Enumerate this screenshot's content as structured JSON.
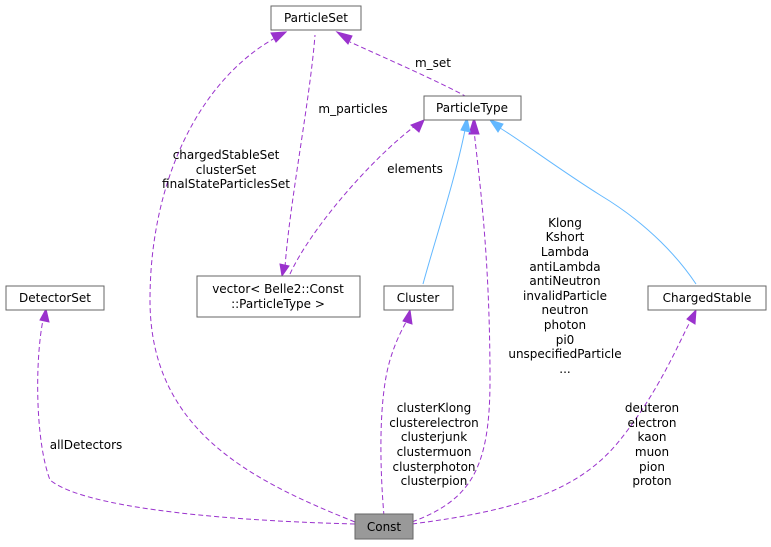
{
  "diagram": {
    "type": "collaboration-graph",
    "colors": {
      "usage_edge": "#9a32cd",
      "inheritance_edge": "#63b8ff",
      "node_border": "#666666",
      "root_fill": "#999999"
    },
    "nodes": {
      "particleset": {
        "label": "ParticleSet"
      },
      "particletype": {
        "label": "ParticleType"
      },
      "detectorset": {
        "label": "DetectorSet"
      },
      "vector": {
        "lines": [
          "vector< Belle2::Const",
          "::ParticleType >"
        ]
      },
      "cluster": {
        "label": "Cluster"
      },
      "chargedstable": {
        "label": "ChargedStable"
      },
      "const": {
        "label": "Const"
      }
    },
    "edges": {
      "m_set": {
        "lines": [
          "m_set"
        ]
      },
      "m_particles": {
        "lines": [
          "m_particles"
        ]
      },
      "elements": {
        "lines": [
          "elements"
        ]
      },
      "sets": {
        "lines": [
          "chargedStableSet",
          "clusterSet",
          "finalStateParticlesSet"
        ]
      },
      "particletypes": {
        "lines": [
          "Klong",
          "Kshort",
          "Lambda",
          "antiLambda",
          "antiNeutron",
          "invalidParticle",
          "neutron",
          "photon",
          "pi0",
          "unspecifiedParticle",
          "..."
        ]
      },
      "alldetectors": {
        "lines": [
          "allDetectors"
        ]
      },
      "clusters": {
        "lines": [
          "clusterKlong",
          "clusterelectron",
          "clusterjunk",
          "clustermuon",
          "clusterphoton",
          "clusterpion"
        ]
      },
      "charged": {
        "lines": [
          "deuteron",
          "electron",
          "kaon",
          "muon",
          "pion",
          "proton"
        ]
      }
    }
  }
}
